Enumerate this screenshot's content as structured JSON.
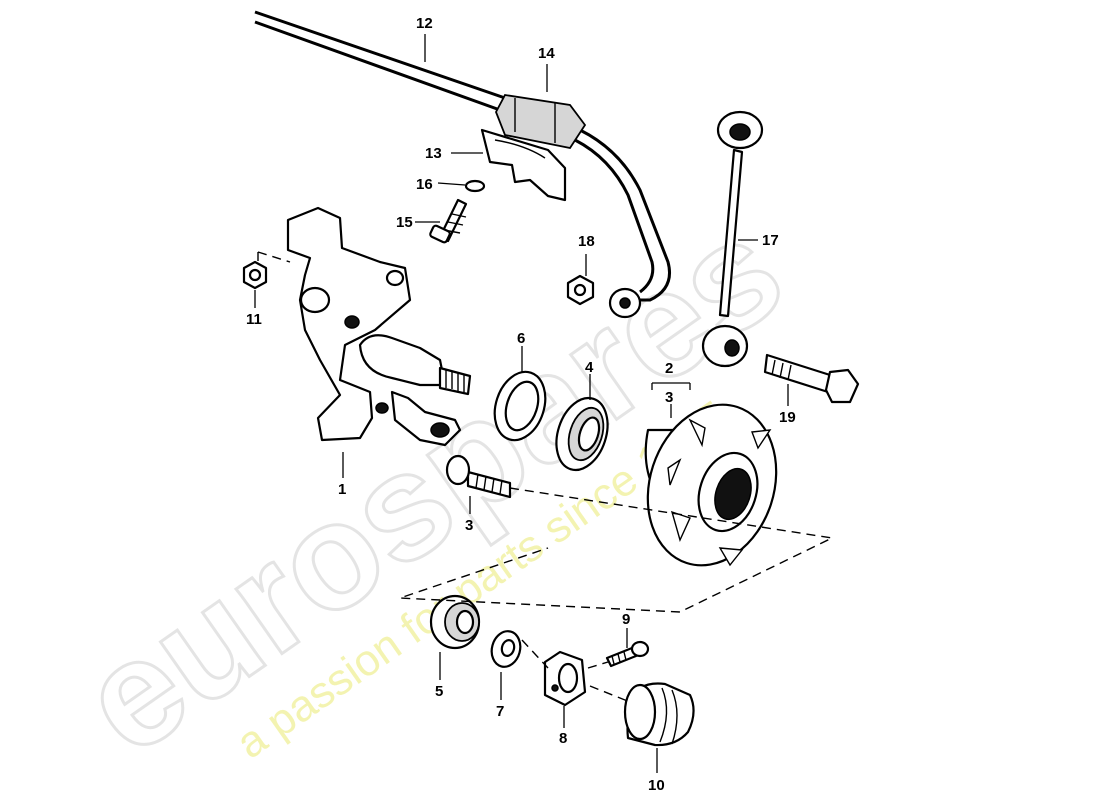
{
  "watermark": {
    "brand": "eurospares",
    "tagline": "a passion for parts since 1985"
  },
  "labels": {
    "p1": "1",
    "p2": "2",
    "p3a": "3",
    "p3b": "3",
    "p4": "4",
    "p5": "5",
    "p6": "6",
    "p7": "7",
    "p8": "8",
    "p9": "9",
    "p10": "10",
    "p11": "11",
    "p12": "12",
    "p13": "13",
    "p14": "14",
    "p15": "15",
    "p16": "16",
    "p17": "17",
    "p18": "18",
    "p19": "19"
  }
}
